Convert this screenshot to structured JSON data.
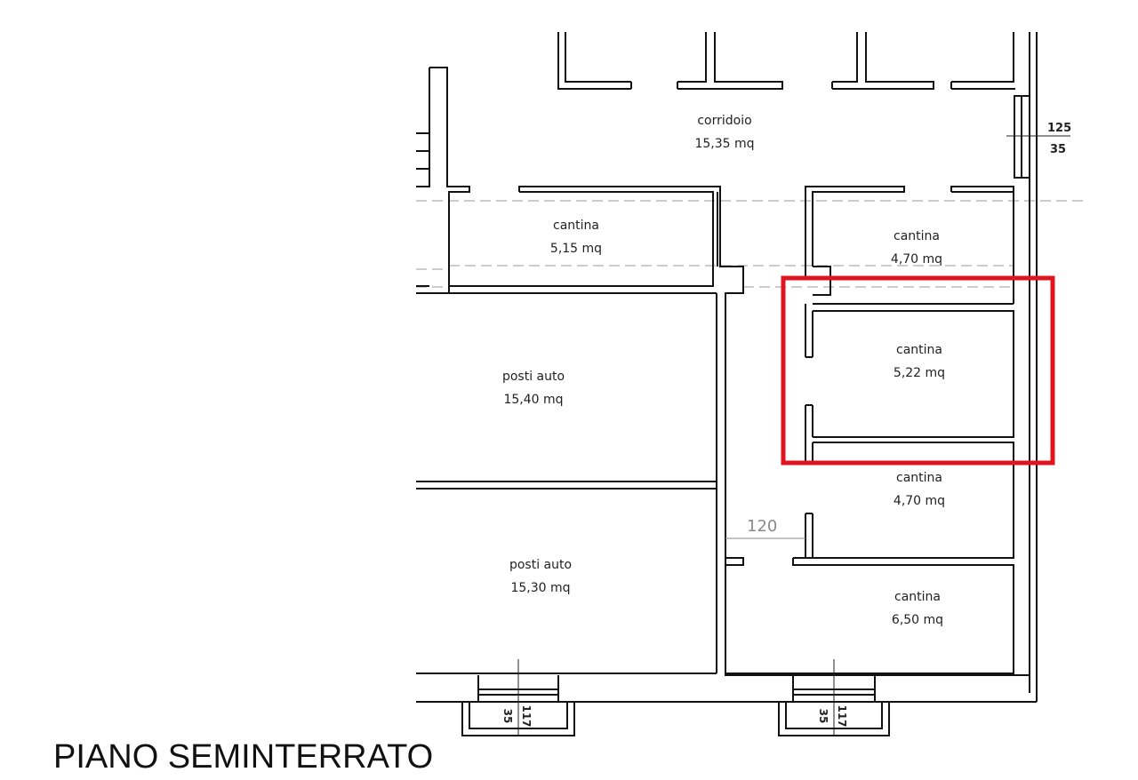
{
  "drawing_title": "PIANO SEMINTERRATO",
  "rooms": [
    {
      "name": "corridoio",
      "area": "15,35 mq"
    },
    {
      "name": "cantina",
      "area": "5,15 mq"
    },
    {
      "name": "cantina",
      "area": "4,70 mq"
    },
    {
      "name": "posti auto",
      "area": "15,40 mq"
    },
    {
      "name": "cantina",
      "area": "5,22 mq"
    },
    {
      "name": "cantina",
      "area": "4,70 mq"
    },
    {
      "name": "posti auto",
      "area": "15,30 mq"
    },
    {
      "name": "cantina",
      "area": "6,50 mq"
    }
  ],
  "dimensions": {
    "window_right_top": "125",
    "window_right_bottom": "35",
    "passage_width": "120",
    "window_bottom_left_a": "35",
    "window_bottom_left_b": "117",
    "window_bottom_right_a": "35",
    "window_bottom_right_b": "117"
  },
  "highlight": {
    "color": "#e0141e",
    "target": "cantina 5,22 mq"
  },
  "colors": {
    "wall": "#111111",
    "dashed": "#9a9a9a"
  }
}
